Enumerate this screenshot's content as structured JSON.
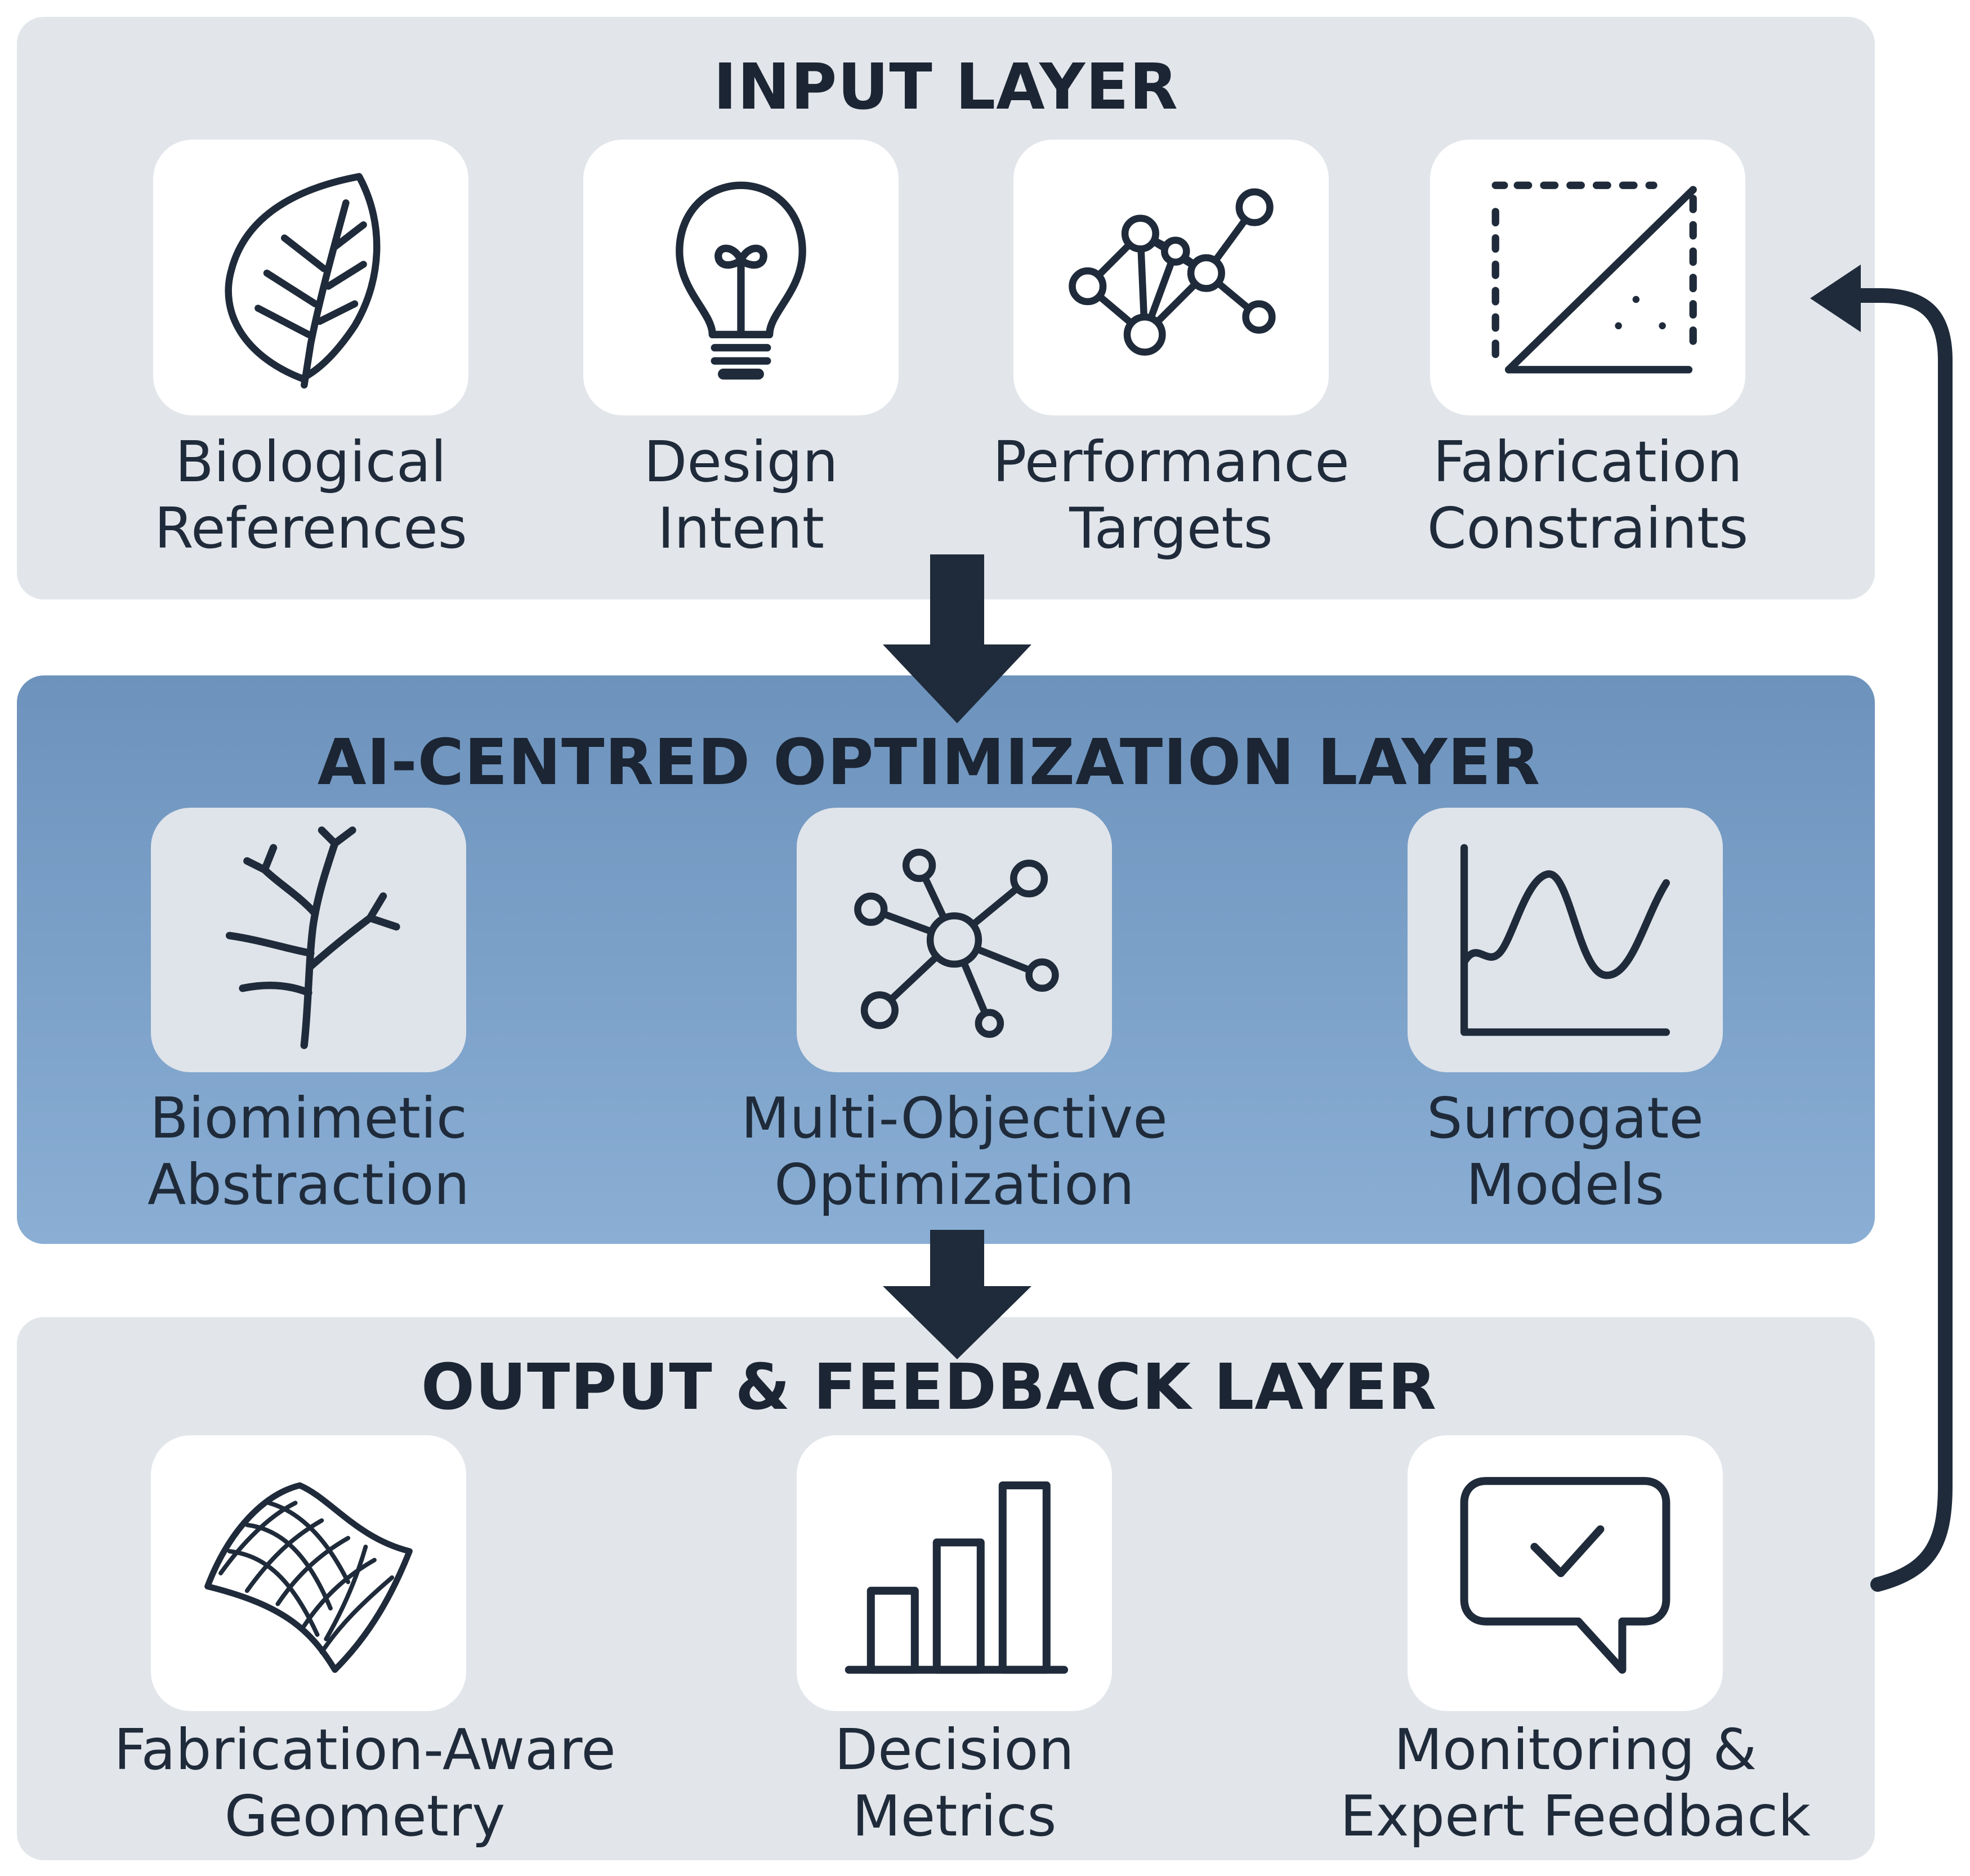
{
  "input_layer": {
    "title": "INPUT LAYER",
    "items": [
      {
        "line1": "Biological",
        "line2": "References",
        "icon": "leaf-icon"
      },
      {
        "line1": "Design",
        "line2": "Intent",
        "icon": "lightbulb-icon"
      },
      {
        "line1": "Performance",
        "line2": "Targets",
        "icon": "network-nodes-icon"
      },
      {
        "line1": "Fabrication",
        "line2": "Constraints",
        "icon": "triangle-bounds-icon"
      }
    ]
  },
  "ai_layer": {
    "title": "AI-CENTRED OPTIMIZATION LAYER",
    "items": [
      {
        "line1": "Biomimetic",
        "line2": "Abstraction",
        "icon": "branch-icon"
      },
      {
        "line1": "Multi-Objective",
        "line2": "Optimization",
        "icon": "hub-network-icon"
      },
      {
        "line1": "Surrogate",
        "line2": "Models",
        "icon": "wave-chart-icon"
      }
    ]
  },
  "output_layer": {
    "title": "OUTPUT & FEEDBACK LAYER",
    "items": [
      {
        "line1": "Fabrication-Aware",
        "line2": "Geometry",
        "icon": "mesh-surface-icon"
      },
      {
        "line1": "Decision",
        "line2": "Metrics",
        "icon": "bar-chart-icon"
      },
      {
        "line1": "Monitoring &",
        "line2": "Expert Feedback",
        "icon": "speech-check-icon"
      }
    ]
  },
  "colors": {
    "panel_gray": "#e2e5ea",
    "panel_blue": "#7fa3cb",
    "dark": "#1f2b3a"
  }
}
